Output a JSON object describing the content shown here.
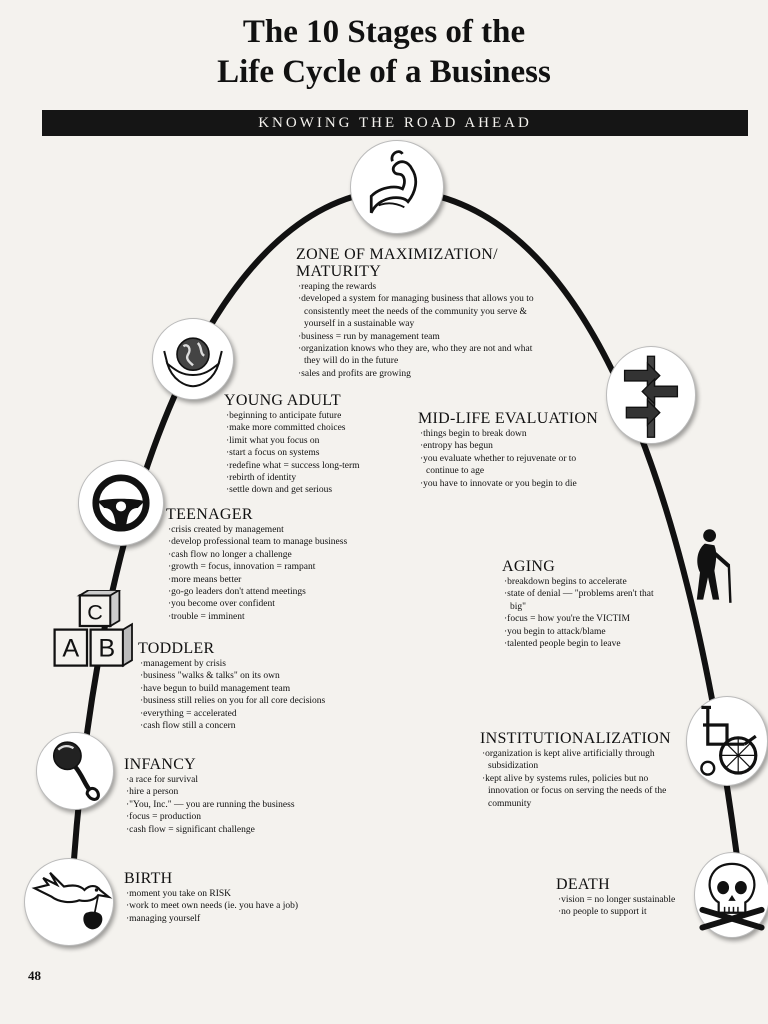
{
  "header": {
    "title_line1": "The 10 Stages of the",
    "title_line2": "Life Cycle of a Business",
    "band": "KNOWING THE ROAD AHEAD"
  },
  "stages": {
    "maturity": {
      "title_line1": "ZONE OF MAXIMIZATION/",
      "title_line2": "MATURITY",
      "bullets": [
        "reaping the rewards",
        "developed a system for managing business that allows you to consistently meet the needs of the community you serve & yourself in a sustainable way",
        "business = run by management team",
        "organization knows who they are, who they are not and what they will do in the future",
        "sales and profits are growing"
      ],
      "icon": "flexed-arm-icon"
    },
    "young_adult": {
      "title": "YOUNG ADULT",
      "bullets": [
        "beginning to anticipate future",
        "make more committed choices",
        "limit what you focus on",
        "start a focus on systems",
        "redefine what = success long-term",
        "rebirth of identity",
        "settle down and get serious"
      ],
      "icon": "globe-in-hands-icon"
    },
    "mid_life": {
      "title": "MID-LIFE EVALUATION",
      "bullets": [
        "things begin to break down",
        "entropy has begun",
        "you evaluate whether to rejuvenate or to continue to age",
        "you have to innovate or you begin to die"
      ],
      "icon": "crossroads-sign-icon"
    },
    "teenager": {
      "title": "TEENAGER",
      "bullets": [
        "crisis created by management",
        "develop professional team to manage business",
        "cash flow no longer a challenge",
        "growth = focus, innovation = rampant",
        "more means better",
        "go-go leaders don't attend meetings",
        "you become over confident",
        "trouble = imminent"
      ],
      "icon": "steering-wheel-icon"
    },
    "aging": {
      "title": "AGING",
      "bullets": [
        "breakdown begins to accelerate",
        "state of denial — \"problems aren't that big\"",
        "focus = how you're the VICTIM",
        "you begin to attack/blame",
        "talented people begin to leave"
      ],
      "icon": "old-man-cane-icon"
    },
    "toddler": {
      "title": "TODDLER",
      "bullets": [
        "management by crisis",
        "business \"walks & talks\" on its own",
        "have begun to build management team",
        "business still relies on you for all core decisions",
        "everything = accelerated",
        "cash flow still a concern"
      ],
      "icon": "abc-blocks-icon",
      "blocks": [
        "C",
        "A",
        "B"
      ]
    },
    "institutionalization": {
      "title": "INSTITUTIONALIZATION",
      "bullets": [
        "organization is kept alive artificially through subsidization",
        "kept alive by systems rules, policies but no innovation or focus on serving the needs of the community"
      ],
      "icon": "wheelchair-icon"
    },
    "infancy": {
      "title": "INFANCY",
      "bullets": [
        "a race for survival",
        "hire a person",
        "\"You, Inc.\" — you are running the business",
        "focus = production",
        "cash flow = significant challenge"
      ],
      "icon": "rattle-icon"
    },
    "birth": {
      "title": "BIRTH",
      "bullets": [
        "moment you take on RISK",
        "work to meet own needs (ie. you have a job)",
        "managing yourself"
      ],
      "icon": "stork-icon"
    },
    "death": {
      "title": "DEATH",
      "bullets": [
        "vision = no longer sustainable",
        "no people to support it"
      ],
      "icon": "skull-crossbones-icon"
    }
  },
  "footer": {
    "page_number": "48"
  },
  "colors": {
    "ink": "#111111",
    "paper": "#f4f2ee",
    "band": "#151515"
  }
}
